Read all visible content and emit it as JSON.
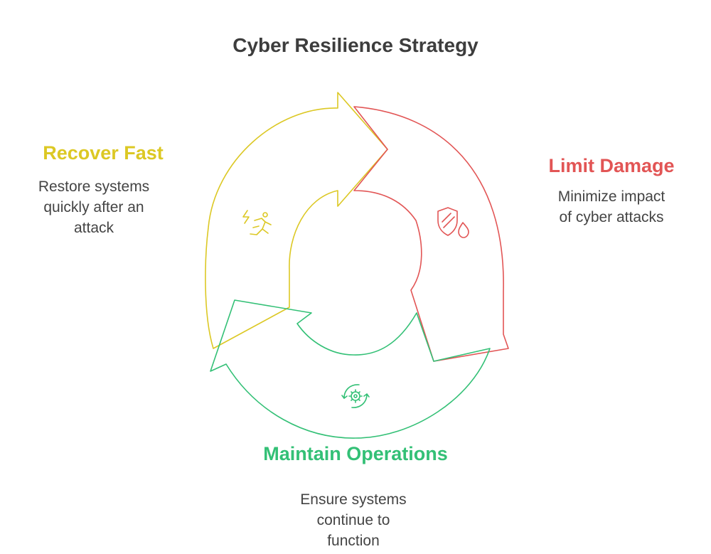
{
  "title": "Cyber Resilience Strategy",
  "colors": {
    "recover": "#dcc824",
    "limit": "#e25555",
    "maintain": "#33c076",
    "text": "#444444"
  },
  "stages": [
    {
      "id": "recover",
      "title": "Recover Fast",
      "desc_lines": [
        "Restore systems",
        "quickly after an",
        "attack"
      ],
      "icon": "running-lightning-icon"
    },
    {
      "id": "limit",
      "title": "Limit Damage",
      "desc_lines": [
        "Minimize impact",
        "of cyber attacks"
      ],
      "icon": "shield-drop-icon"
    },
    {
      "id": "maintain",
      "title": "Maintain Operations",
      "desc_lines": [
        "Ensure systems",
        "continue to",
        "function"
      ],
      "icon": "gear-cycle-icon"
    }
  ]
}
